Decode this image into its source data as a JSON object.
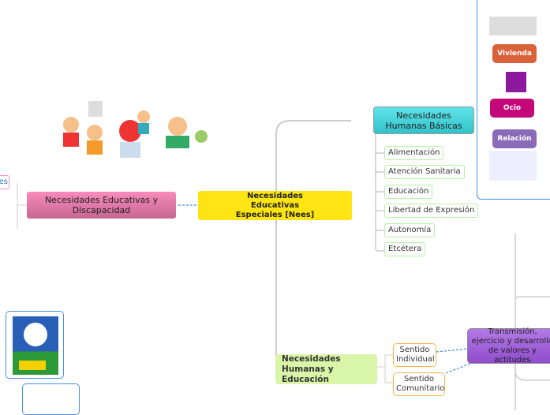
{
  "central": {
    "label": "Necesidades Educativas Especiales [Nees]"
  },
  "left_topic": {
    "label": "Necesidades Educativas y Discapacidad",
    "partial_child": "es"
  },
  "basic_needs": {
    "label": "Necesidades Humanas Básicas",
    "children": [
      "Alimentación",
      "Atención Sanitaria",
      "Educación",
      "Libertad de Expresión",
      "Autonomía",
      "Etcétera"
    ]
  },
  "education": {
    "label": "Necesidades Humanas y Educación",
    "children": [
      "Sentido Individual",
      "Sentido Comunitario"
    ]
  },
  "values_node": {
    "label": "Transmisión, ejercicio y desarrollo de valores y actitudes"
  },
  "image_panel": {
    "items": [
      "Vivienda",
      "Ocio",
      "Relación"
    ]
  },
  "colors": {
    "central": "#ffe414",
    "left": "#e9749f",
    "basic": "#3fd0d6",
    "education": "#d8f5a8",
    "values": "#9f5cd6",
    "vivienda": "#d9623a",
    "ocio": "#c4087a",
    "relacion": "#8a6bb8"
  }
}
